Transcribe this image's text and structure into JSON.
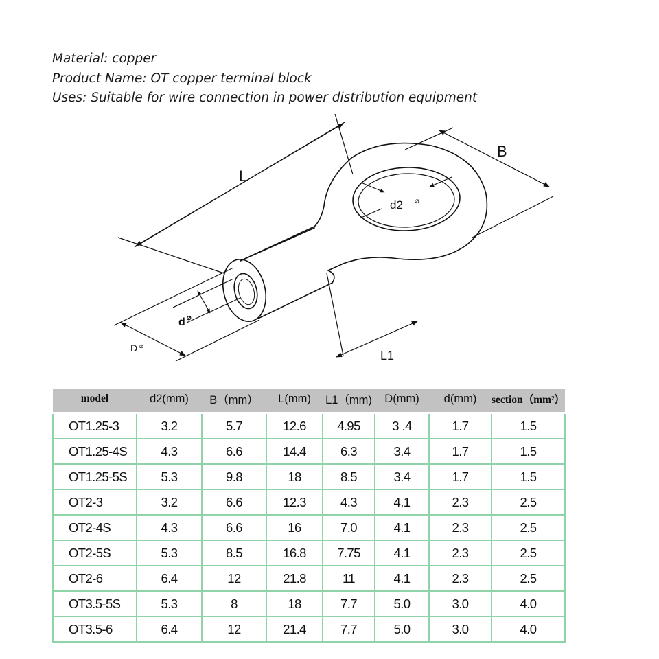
{
  "info": {
    "material": "Material: copper",
    "product_name": "Product Name: OT copper terminal block",
    "uses": "Uses: Suitable for wire connection in power distribution equipment"
  },
  "diagram": {
    "label_L": "L",
    "label_B": "B",
    "label_d2": "d2",
    "label_d": "d",
    "label_D": "D",
    "label_L1": "L1",
    "diameter_symbol": "⌀"
  },
  "table": {
    "headers": [
      "model",
      "d2(mm)",
      "B（mm）",
      "L(mm)",
      "L1（mm)",
      "D(mm)",
      "d(mm)",
      "section（mm²）"
    ],
    "rows": [
      [
        "OT1.25-3",
        "3.2",
        "5.7",
        "12.6",
        "4.95",
        "3 .4",
        "1.7",
        "1.5"
      ],
      [
        "OT1.25-4S",
        "4.3",
        "6.6",
        "14.4",
        "6.3",
        "3.4",
        "1.7",
        "1.5"
      ],
      [
        "OT1.25-5S",
        "5.3",
        "9.8",
        "18",
        "8.5",
        "3.4",
        "1.7",
        "1.5"
      ],
      [
        "OT2-3",
        "3.2",
        "6.6",
        "12.3",
        "4.3",
        "4.1",
        "2.3",
        "2.5"
      ],
      [
        "OT2-4S",
        "4.3",
        "6.6",
        "16",
        "7.0",
        "4.1",
        "2.3",
        "2.5"
      ],
      [
        "OT2-5S",
        "5.3",
        "8.5",
        "16.8",
        "7.75",
        "4.1",
        "2.3",
        "2.5"
      ],
      [
        "OT2-6",
        "6.4",
        "12",
        "21.8",
        "11",
        "4.1",
        "2.3",
        "2.5"
      ],
      [
        "OT3.5-5S",
        "5.3",
        "8",
        "18",
        "7.7",
        "5.0",
        "3.0",
        "4.0"
      ],
      [
        "OT3.5-6",
        "6.4",
        "12",
        "21.4",
        "7.7",
        "5.0",
        "3.0",
        "4.0"
      ]
    ]
  }
}
